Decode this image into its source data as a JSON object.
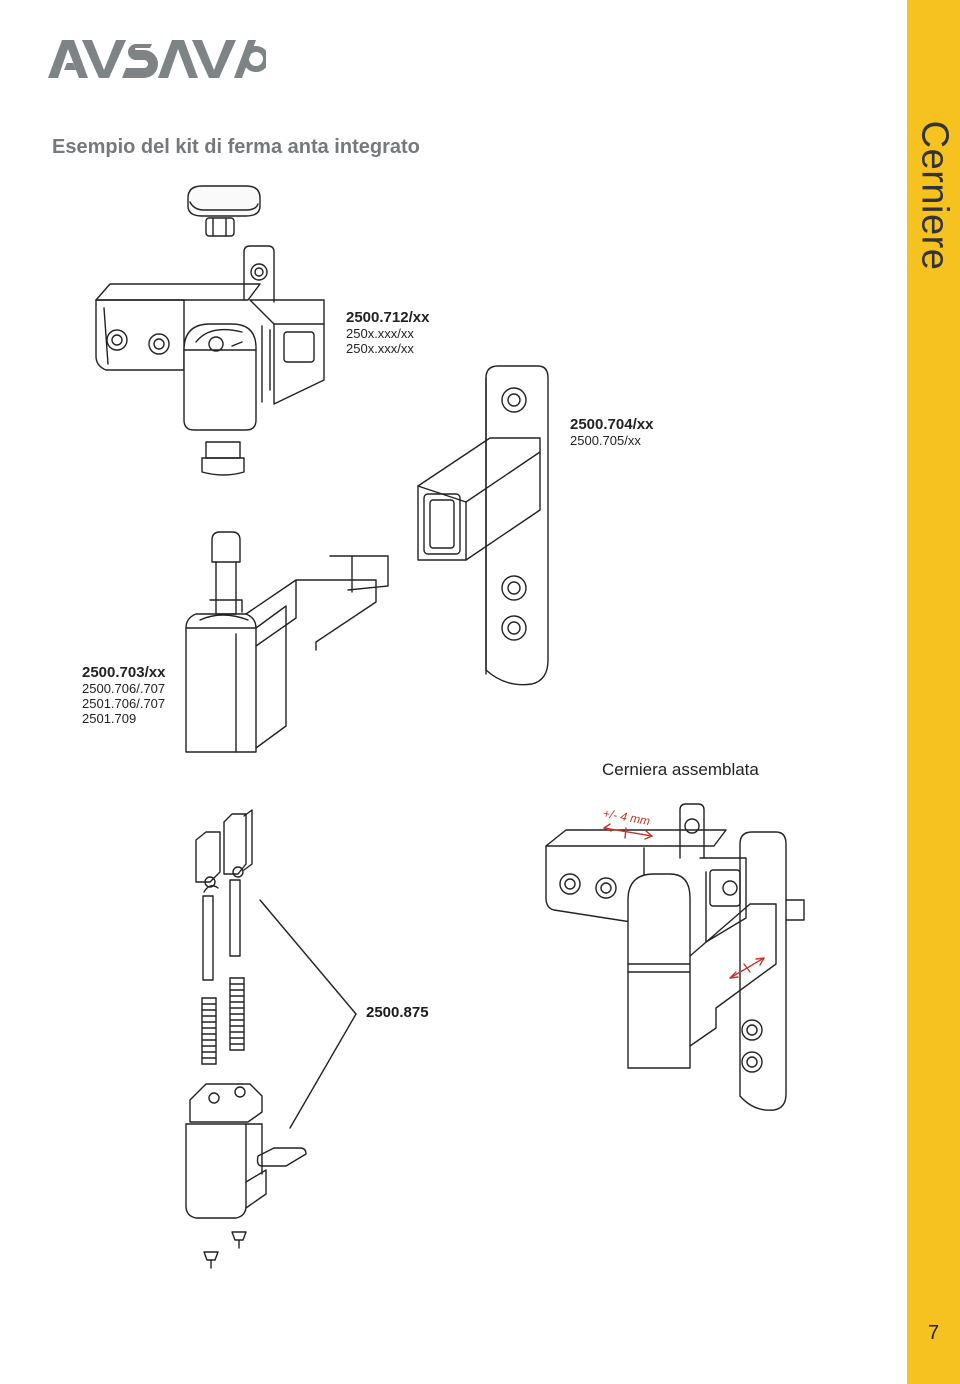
{
  "header": {
    "logo_text": "AV SAVIO",
    "heading": "Esempio del kit di ferma anta integrato"
  },
  "side_tab": {
    "title": "Cerniere",
    "color": "#f6c21f"
  },
  "labels": {
    "part1": {
      "main": "2500.712/xx",
      "sub": [
        "250x.xxx/xx",
        "250x.xxx/xx"
      ]
    },
    "part2": {
      "main": "2500.704/xx",
      "sub": [
        "2500.705/xx"
      ]
    },
    "part3": {
      "main": "2500.703/xx",
      "sub": [
        "2500.706/.707",
        "2501.706/.707",
        "2501.709"
      ]
    },
    "assembled": "Cerniera assemblata",
    "adjustment": "+/- 4 mm",
    "kit": "2500.875"
  },
  "accent_color": "#c0392b",
  "page_number": "7"
}
